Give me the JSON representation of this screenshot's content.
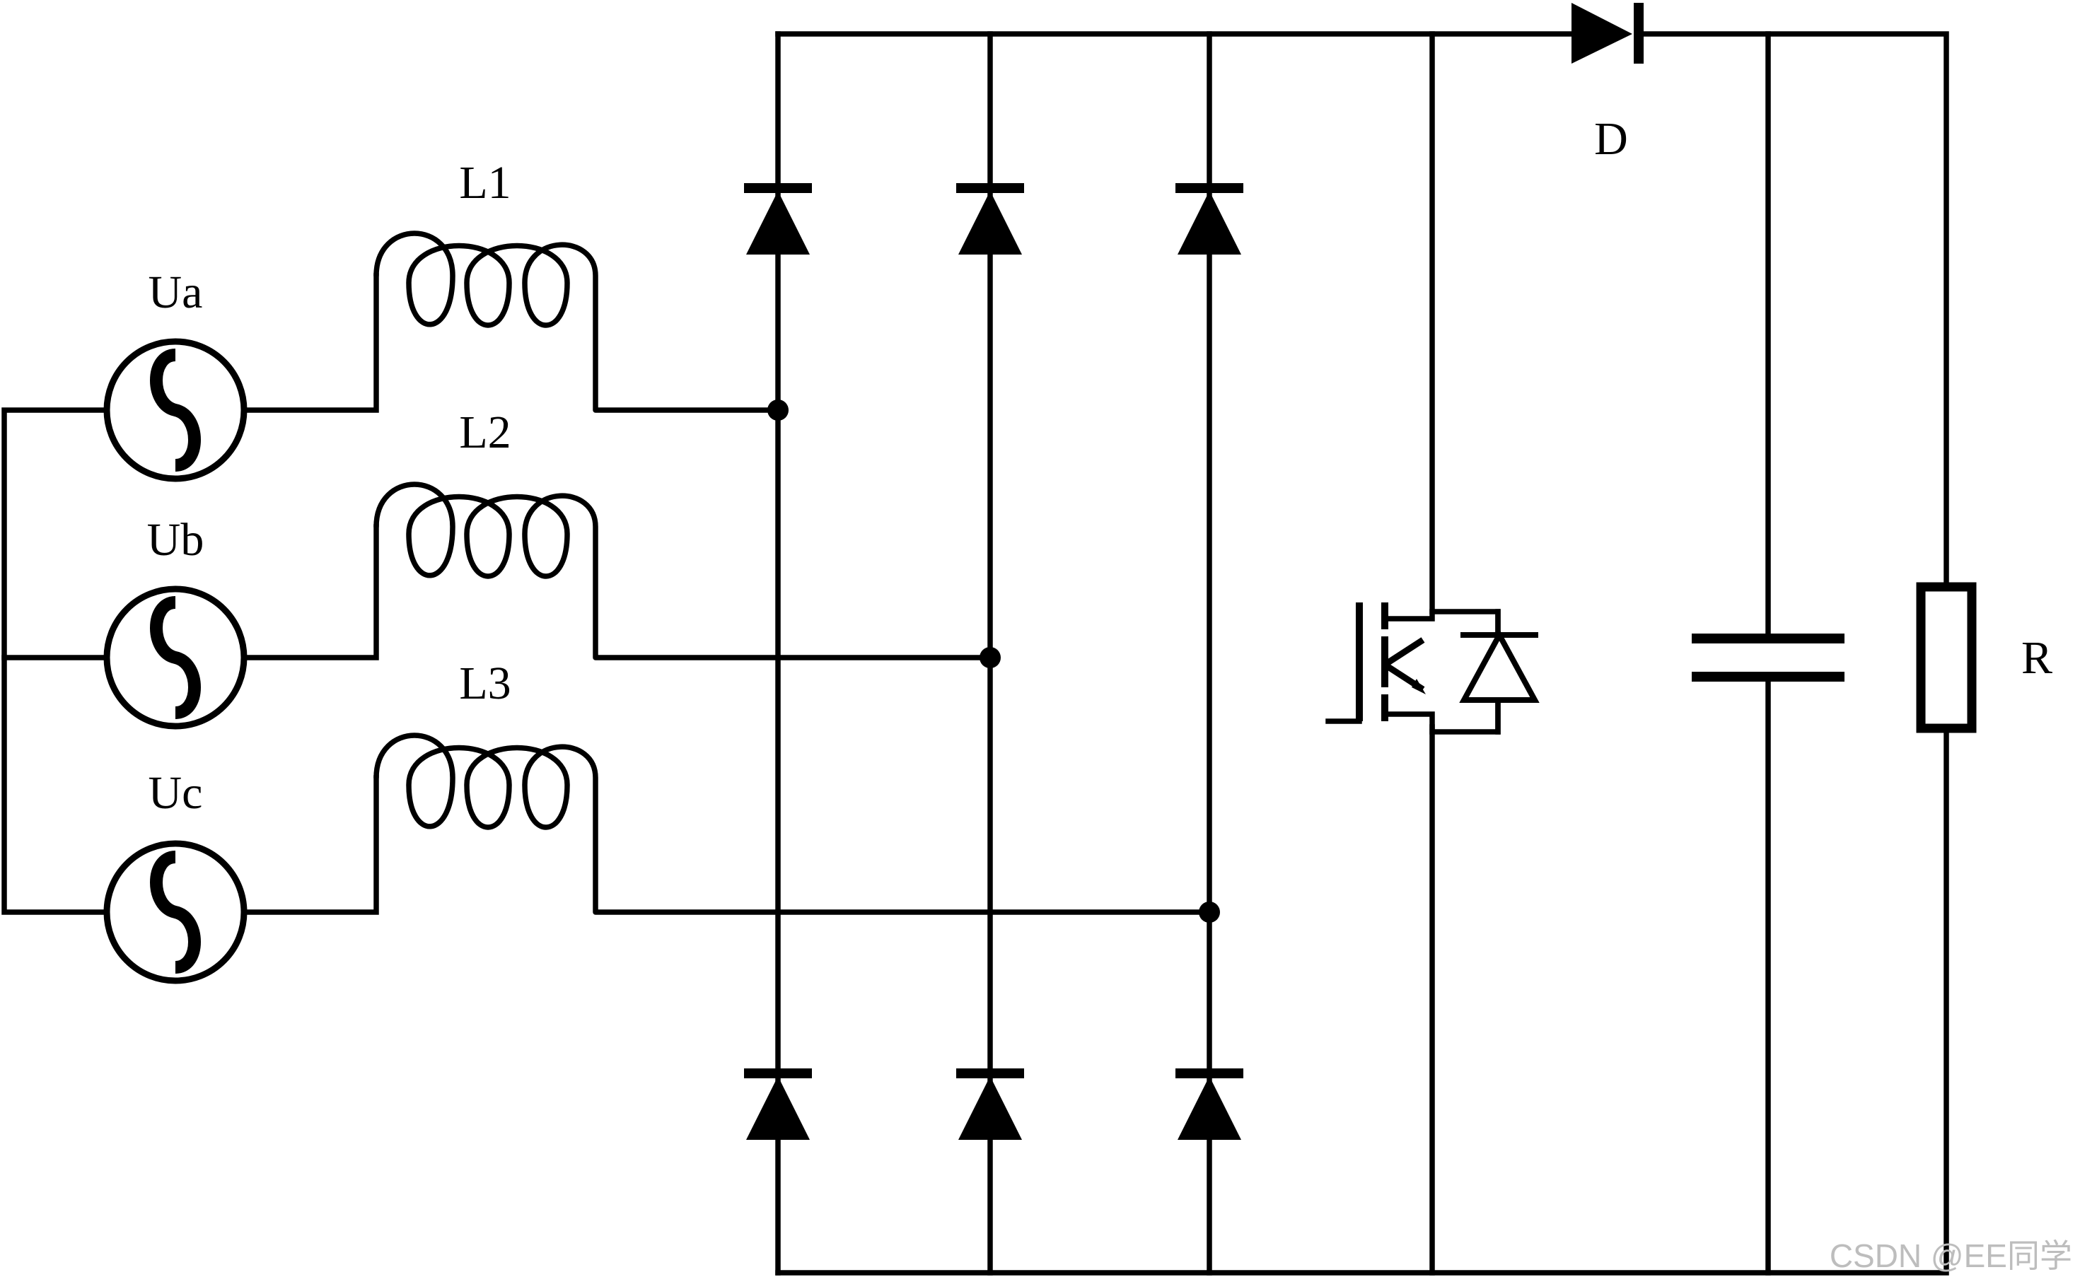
{
  "diagram": {
    "sources": [
      {
        "label": "Ua"
      },
      {
        "label": "Ub"
      },
      {
        "label": "Uc"
      }
    ],
    "inductors": [
      {
        "label": "L1"
      },
      {
        "label": "L2"
      },
      {
        "label": "L3"
      }
    ],
    "boost_diode_label": "D",
    "load_label": "R",
    "watermark": "CSDN @EE同学"
  }
}
